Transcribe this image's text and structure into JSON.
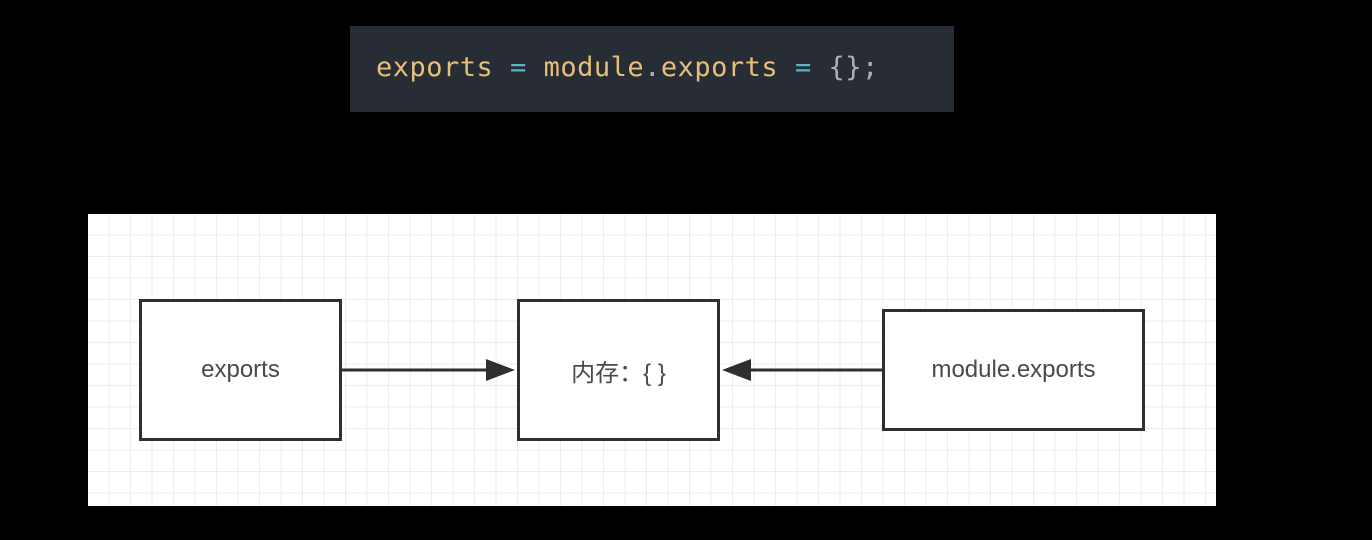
{
  "code": {
    "tokens": [
      {
        "text": "exports",
        "kind": "identifier"
      },
      {
        "text": " = ",
        "kind": "operator"
      },
      {
        "text": "module",
        "kind": "identifier"
      },
      {
        "text": ".",
        "kind": "punctuation"
      },
      {
        "text": "exports",
        "kind": "identifier"
      },
      {
        "text": " = ",
        "kind": "operator"
      },
      {
        "text": "{};",
        "kind": "punctuation"
      }
    ],
    "colors": {
      "background": "#282c34",
      "identifier": "#e5c07b",
      "operator": "#56b6c2",
      "punctuation": "#abb2bf"
    }
  },
  "diagram": {
    "nodes": {
      "exports": {
        "label": "exports"
      },
      "memory": {
        "label": "内存：{ }"
      },
      "module_exports": {
        "label": "module.exports"
      }
    },
    "edges": [
      {
        "from": "exports",
        "to": "memory"
      },
      {
        "from": "module_exports",
        "to": "memory"
      }
    ],
    "colors": {
      "stroke": "#2f2f2f",
      "grid": "#ececec",
      "label": "#4a4a4a"
    }
  }
}
